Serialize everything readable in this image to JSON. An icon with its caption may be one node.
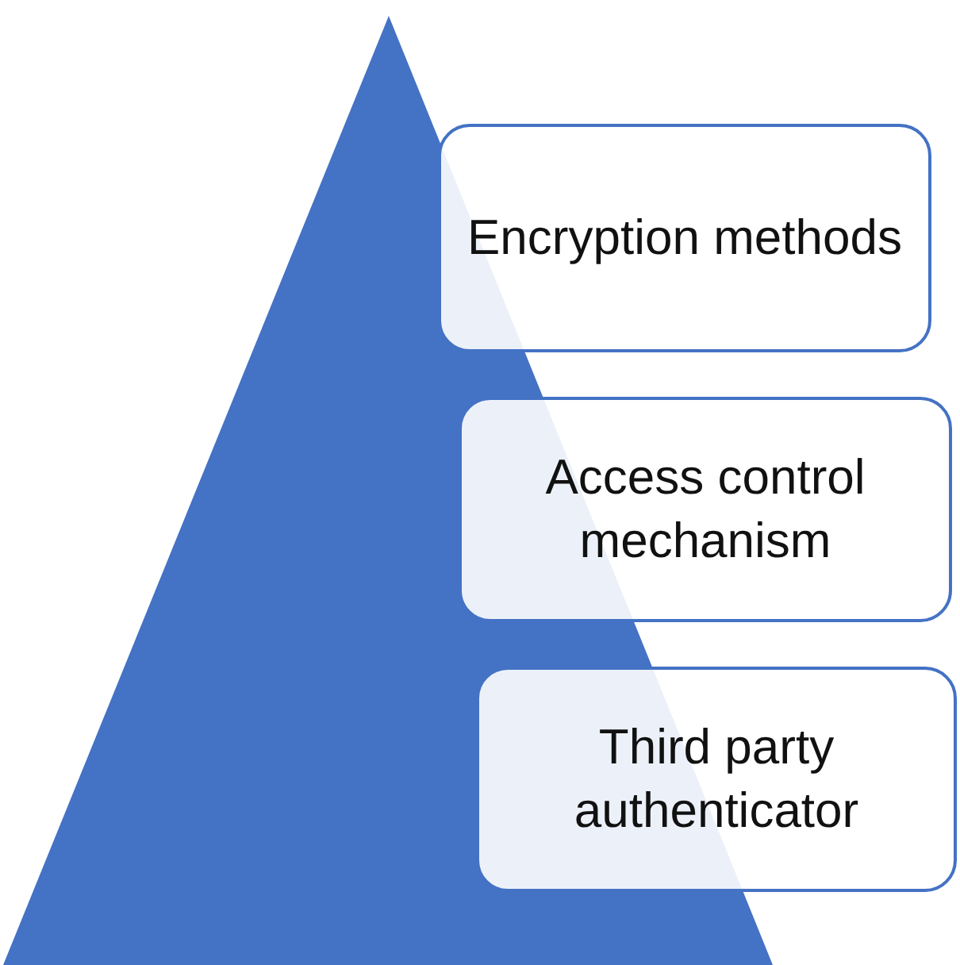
{
  "diagram": {
    "nodes": [
      {
        "text": [
          "Encryption methods"
        ]
      },
      {
        "text": [
          "Access control mechanism"
        ]
      },
      {
        "text": [
          "Third party authenticator"
        ]
      }
    ]
  }
}
